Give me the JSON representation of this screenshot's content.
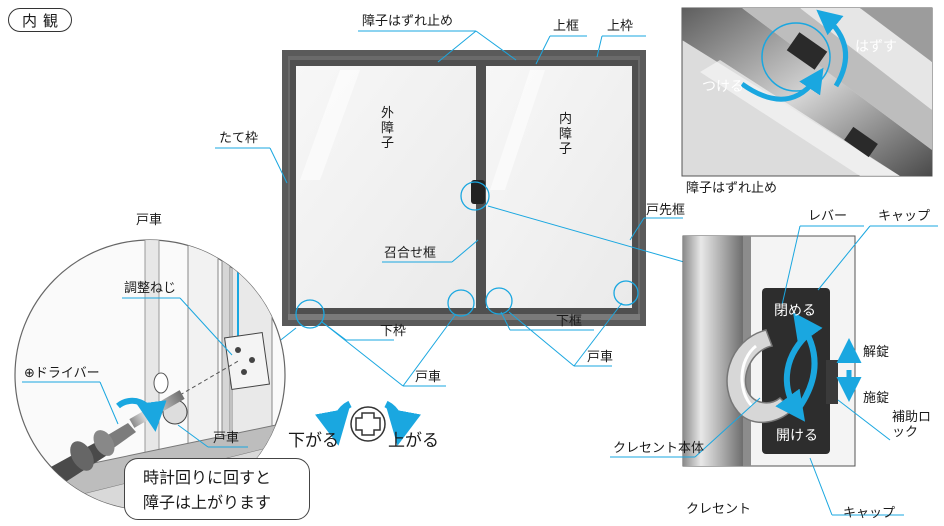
{
  "badge": "内観",
  "window_labels": {
    "glass_stop": "障子はずれ止め",
    "upper_frame_sash": "上框",
    "upper_frame": "上枠",
    "side_frame": "たて枠",
    "outer_sash": "外障子",
    "inner_sash": "内障子",
    "meeting_rail": "召合せ框",
    "door_end_frame": "戸先框",
    "lower_frame": "下枠",
    "lower_sash_frame": "下框",
    "roller_1": "戸車",
    "roller_2": "戸車"
  },
  "inset_stop": {
    "caption": "障子はずれ止め",
    "remove": "はずす",
    "attach": "つける"
  },
  "roller_detail": {
    "title": "戸車",
    "screw": "調整ねじ",
    "driver": "⊕ドライバー",
    "roller": "戸車",
    "bubble_line1": "時計回りに回すと",
    "bubble_line2": "障子は上がります"
  },
  "rotation": {
    "down": "下がる",
    "up": "上がる"
  },
  "crescent": {
    "lever": "レバー",
    "cap_top": "キャップ",
    "close": "閉める",
    "unlock": "解錠",
    "lock": "施錠",
    "aux_lock": "補助ロック",
    "open": "開ける",
    "body": "クレセント本体",
    "caption": "クレセント",
    "cap_bottom": "キャップ"
  },
  "colors": {
    "accent": "#1aa7e0",
    "frame": "#555555",
    "glass": "#f2f2f2"
  }
}
